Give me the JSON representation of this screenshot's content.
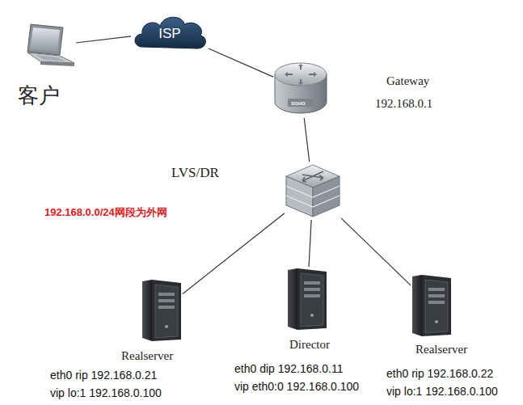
{
  "diagram": {
    "nodes": [
      {
        "text": [
          "客户"
        ]
      },
      {
        "text": [
          "ISP"
        ]
      },
      {
        "text": [
          "Gateway",
          "192.168.0.1"
        ]
      },
      {
        "text": [
          "LVS/DR"
        ]
      },
      {
        "text": [
          "Realserver",
          "eth0 rip 192.168.0.21",
          "vip lo:1 192.168.0.100"
        ]
      },
      {
        "text": [
          "Director",
          "eth0 dip 192.168.0.11",
          "vip eth0:0 192.168.0.100"
        ]
      },
      {
        "text": [
          "Realserver",
          "eth0 rip 192.168.0.22",
          "vip lo:1 192.168.0.100"
        ]
      }
    ],
    "edges": [
      {
        "from": 0,
        "to": 1,
        "arrow": "none"
      },
      {
        "from": 1,
        "to": 2,
        "arrow": "none"
      },
      {
        "from": 2,
        "to": 3,
        "arrow": "none"
      },
      {
        "from": 3,
        "to": 4,
        "arrow": "none"
      },
      {
        "from": 3,
        "to": 5,
        "arrow": "none"
      },
      {
        "from": 3,
        "to": 6,
        "arrow": "none"
      }
    ],
    "labels": [
      "192.168.0.0/24网段为外网",
      "SOHO"
    ]
  }
}
